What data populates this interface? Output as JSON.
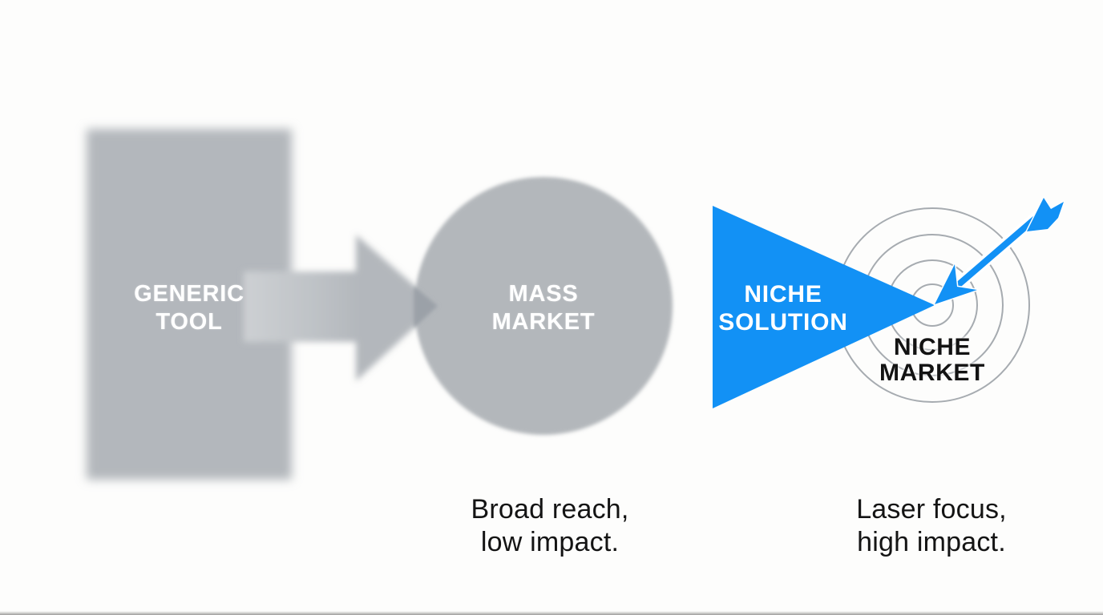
{
  "diagram": {
    "title_semantics": "generic-vs-niche-marketing-diagram",
    "left": {
      "box_label_line1": "GENERIC",
      "box_label_line2": "TOOL",
      "circle_label_line1": "MASS",
      "circle_label_line2": "MARKET",
      "caption_line1": "Broad reach,",
      "caption_line2": "low impact."
    },
    "right": {
      "triangle_label_line1": "NICHE",
      "triangle_label_line2": "SOLUTION",
      "target_label_line1": "NICHE",
      "target_label_line2": "MARKET",
      "caption_line1": "Laser focus,",
      "caption_line2": "high impact."
    },
    "icons": {
      "right_arrow": "right-arrow-icon",
      "target_rings": "target-icon",
      "dart": "dart-arrow-icon"
    },
    "colors": {
      "background": "#fdfdfc",
      "shape_gray": "#b3b7bc",
      "arrow_gray_light": "#c7cacd",
      "overlap_gray_dark": "#9ba1a8",
      "ring_gray": "#a6abb0",
      "accent_blue": "#1291f5",
      "label_white": "#ffffff",
      "text_dark": "#141414"
    }
  }
}
